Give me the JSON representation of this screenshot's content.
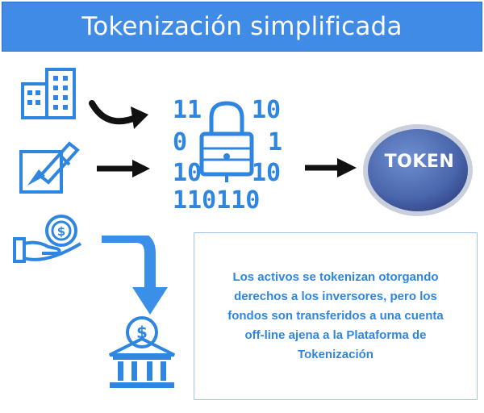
{
  "header": {
    "title": "Tokenización simplificada"
  },
  "diagram": {
    "binary_rows": [
      "11",
      "10",
      "0",
      "1",
      "10",
      "10",
      "110110"
    ],
    "token_label": "TOKEN",
    "description": [
      "Los activos se tokenizan otorgando",
      "derechos a los inversores, pero los",
      "fondos son transferidos a una cuenta",
      "off-line ajena a la Plataforma de",
      "Tokenización"
    ]
  },
  "colors": {
    "banner": "#3f8be6",
    "icon_blue": "#2f86e0",
    "arrow_dark": "#111111",
    "arrow_blue": "#3a8fe8",
    "token_blue": "#4a66ac",
    "text_blue": "#2f86e0"
  },
  "icons": [
    "building-icon",
    "signature-icon",
    "coin-hand-icon",
    "bank-icon",
    "binary-lock-icon",
    "token-icon"
  ]
}
